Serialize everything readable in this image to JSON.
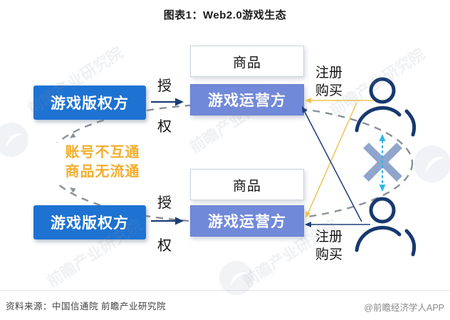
{
  "title": "图表1：Web2.0游戏生态",
  "ecosystems": [
    {
      "publisher": "游戏版权方",
      "authorize_char1": "授",
      "authorize_char2": "权",
      "product": "商品",
      "operator": "游戏运营方",
      "register": "注册",
      "purchase": "购买"
    },
    {
      "publisher": "游戏版权方",
      "authorize_char1": "授",
      "authorize_char2": "权",
      "product": "商品",
      "operator": "游戏运营方",
      "register": "注册",
      "purchase": "购买"
    }
  ],
  "barrier_note": {
    "line1": "账号不互通",
    "line2": "商品无流通",
    "color": "#F2AE2E"
  },
  "icons": {
    "user": "user-silhouette-icon",
    "blocked": "x-cross-icon",
    "no_exchange": "dashed-double-arrow-icon",
    "loop": "dashed-ellipse-loop"
  },
  "colors": {
    "publisher_box": "#1E72D2",
    "operator_box": "#7189D9",
    "product_border": "#CCD4E0",
    "line_yellow": "#EFC352",
    "line_navy": "#1C3E78",
    "blocked_x": "#90A5CB",
    "no_exchange_arrow": "#2EB6E9",
    "loop_dash": "#8A9099"
  },
  "footer": {
    "source": "资料来源：中国信通院 前瞻产业研究院",
    "credit": "@前瞻经济学人APP"
  },
  "watermark": {
    "text": "前瞻产业研究院"
  }
}
